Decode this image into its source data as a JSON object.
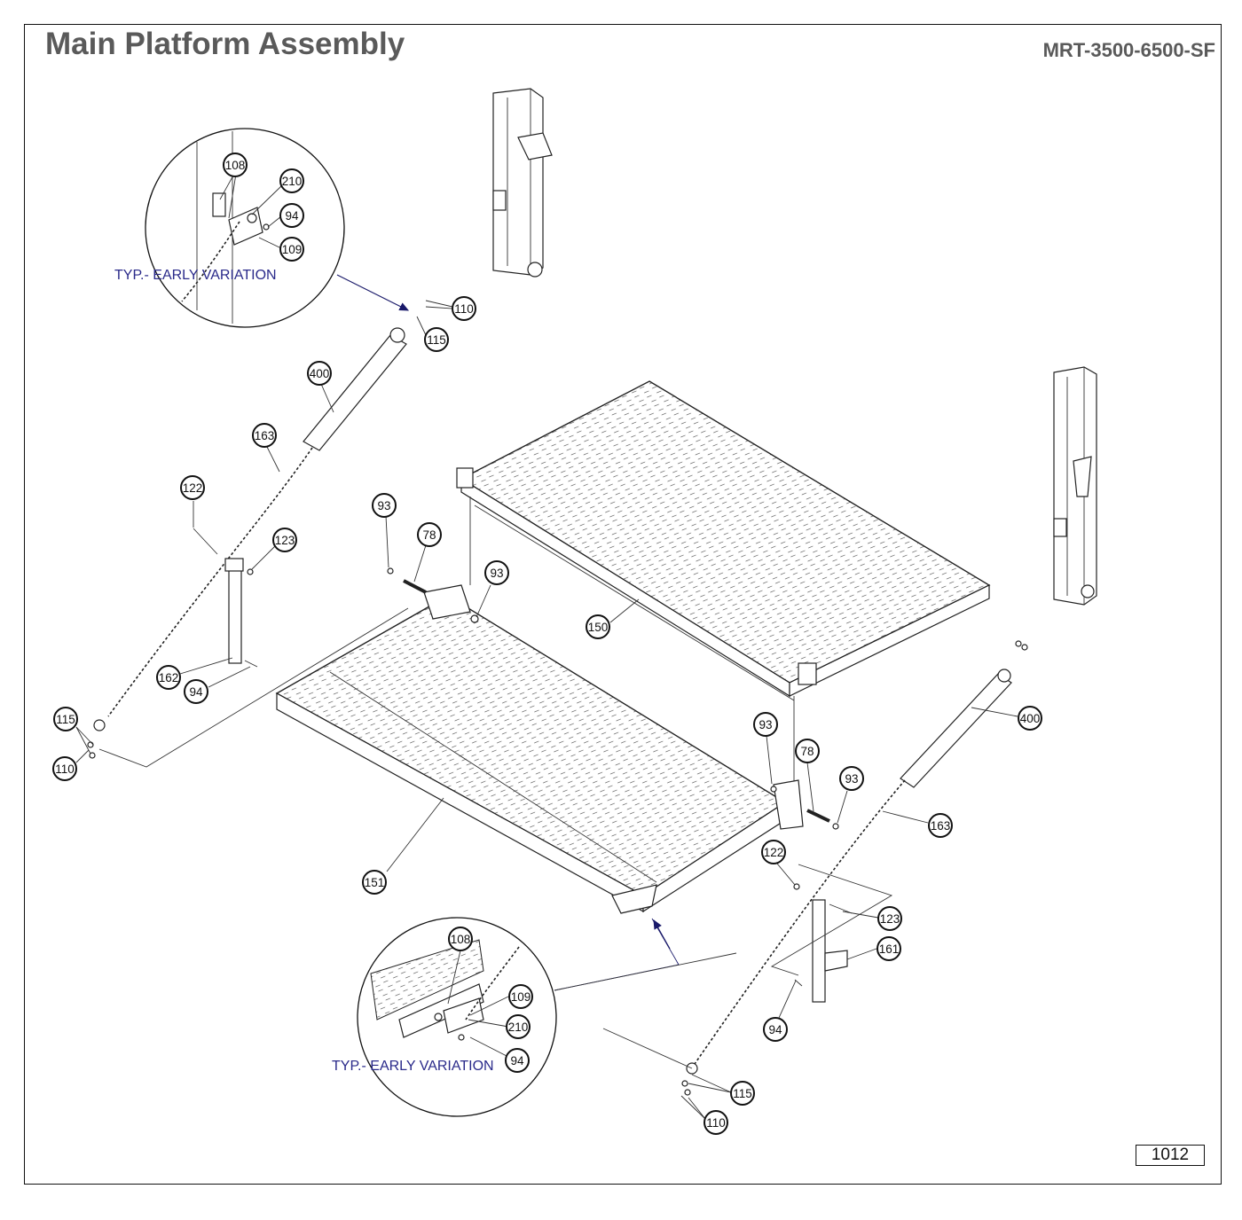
{
  "header": {
    "title": "Main Platform Assembly",
    "model": "MRT-3500-6500-SF"
  },
  "page_number": "1012",
  "details": [
    {
      "id": "detail-upper",
      "note": "TYP.- EARLY VARIATION"
    },
    {
      "id": "detail-lower",
      "note": "TYP.- EARLY VARIATION"
    }
  ],
  "callouts": [
    "108",
    "210",
    "94",
    "109",
    "110",
    "115",
    "400",
    "163",
    "122",
    "123",
    "93",
    "78",
    "93",
    "150",
    "162",
    "94",
    "115",
    "110",
    "151",
    "93",
    "78",
    "93",
    "400",
    "163",
    "122",
    "123",
    "161",
    "94",
    "115",
    "110",
    "108",
    "109",
    "210",
    "94"
  ]
}
